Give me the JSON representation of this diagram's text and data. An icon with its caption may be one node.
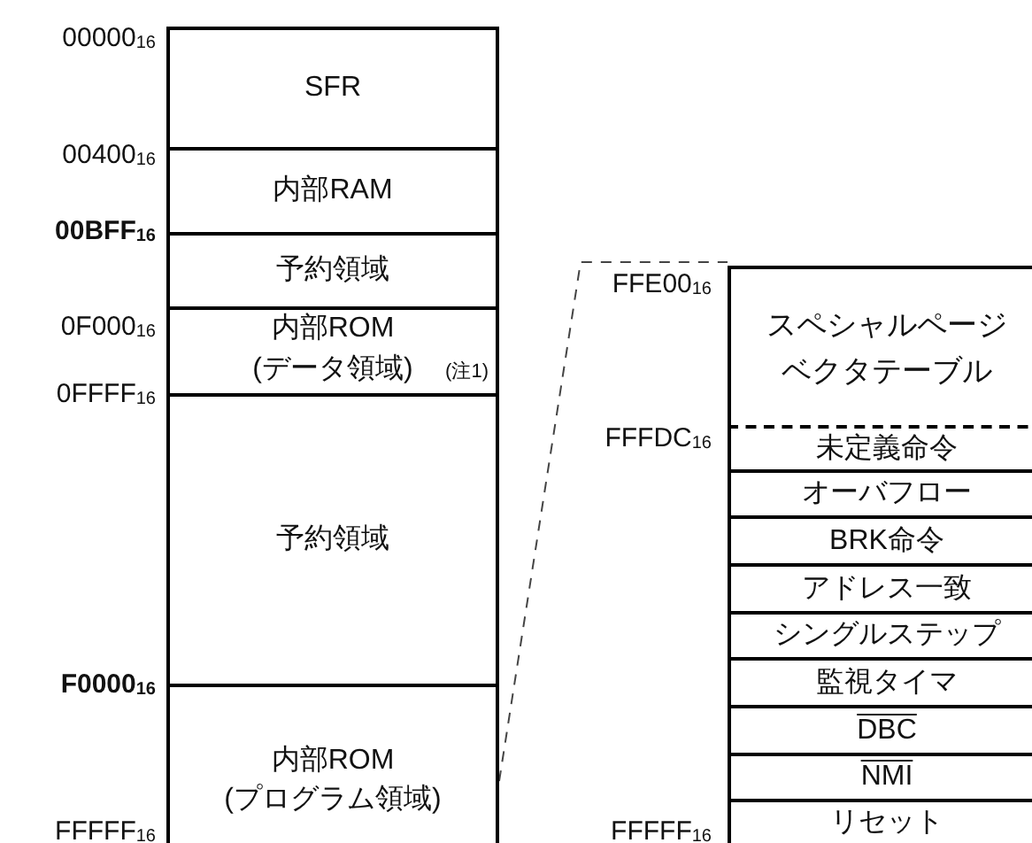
{
  "diagram": {
    "nodes": [
      {
        "text": [
          "SFR"
        ]
      },
      {
        "text": [
          "内部RAM"
        ]
      },
      {
        "text": [
          "予約領域"
        ]
      },
      {
        "text": [
          "内部ROM (データ領域)",
          "(注1)"
        ]
      },
      {
        "text": [
          "予約領域"
        ]
      },
      {
        "text": [
          "内部ROM (プログラム領域)"
        ]
      },
      {
        "text": [
          "スペシャルページベクタテーブル"
        ]
      },
      {
        "text": [
          "未定義命令"
        ]
      },
      {
        "text": [
          "オーバフロー"
        ]
      },
      {
        "text": [
          "BRK命令"
        ]
      },
      {
        "text": [
          "アドレス一致"
        ]
      },
      {
        "text": [
          "シングルステップ"
        ]
      },
      {
        "text": [
          "監視タイマ"
        ]
      },
      {
        "text": [
          "DBC"
        ]
      },
      {
        "text": [
          "NMI"
        ]
      },
      {
        "text": [
          "リセット"
        ]
      }
    ],
    "edges": [
      {
        "from": 5,
        "to": 6,
        "arrow": "none",
        "style": "dashed"
      }
    ],
    "labels": [
      "00000$_{16}$",
      "00400$_{16}$",
      "00BFF$_{16}$",
      "0F000$_{16}$",
      "0FFFF$_{16}$",
      "F0000$_{16}$",
      "FFFFF$_{16}$",
      "FFE00$_{16}$",
      "FFFDC$_{16}$",
      "FFFFF$_{16}$"
    ]
  }
}
